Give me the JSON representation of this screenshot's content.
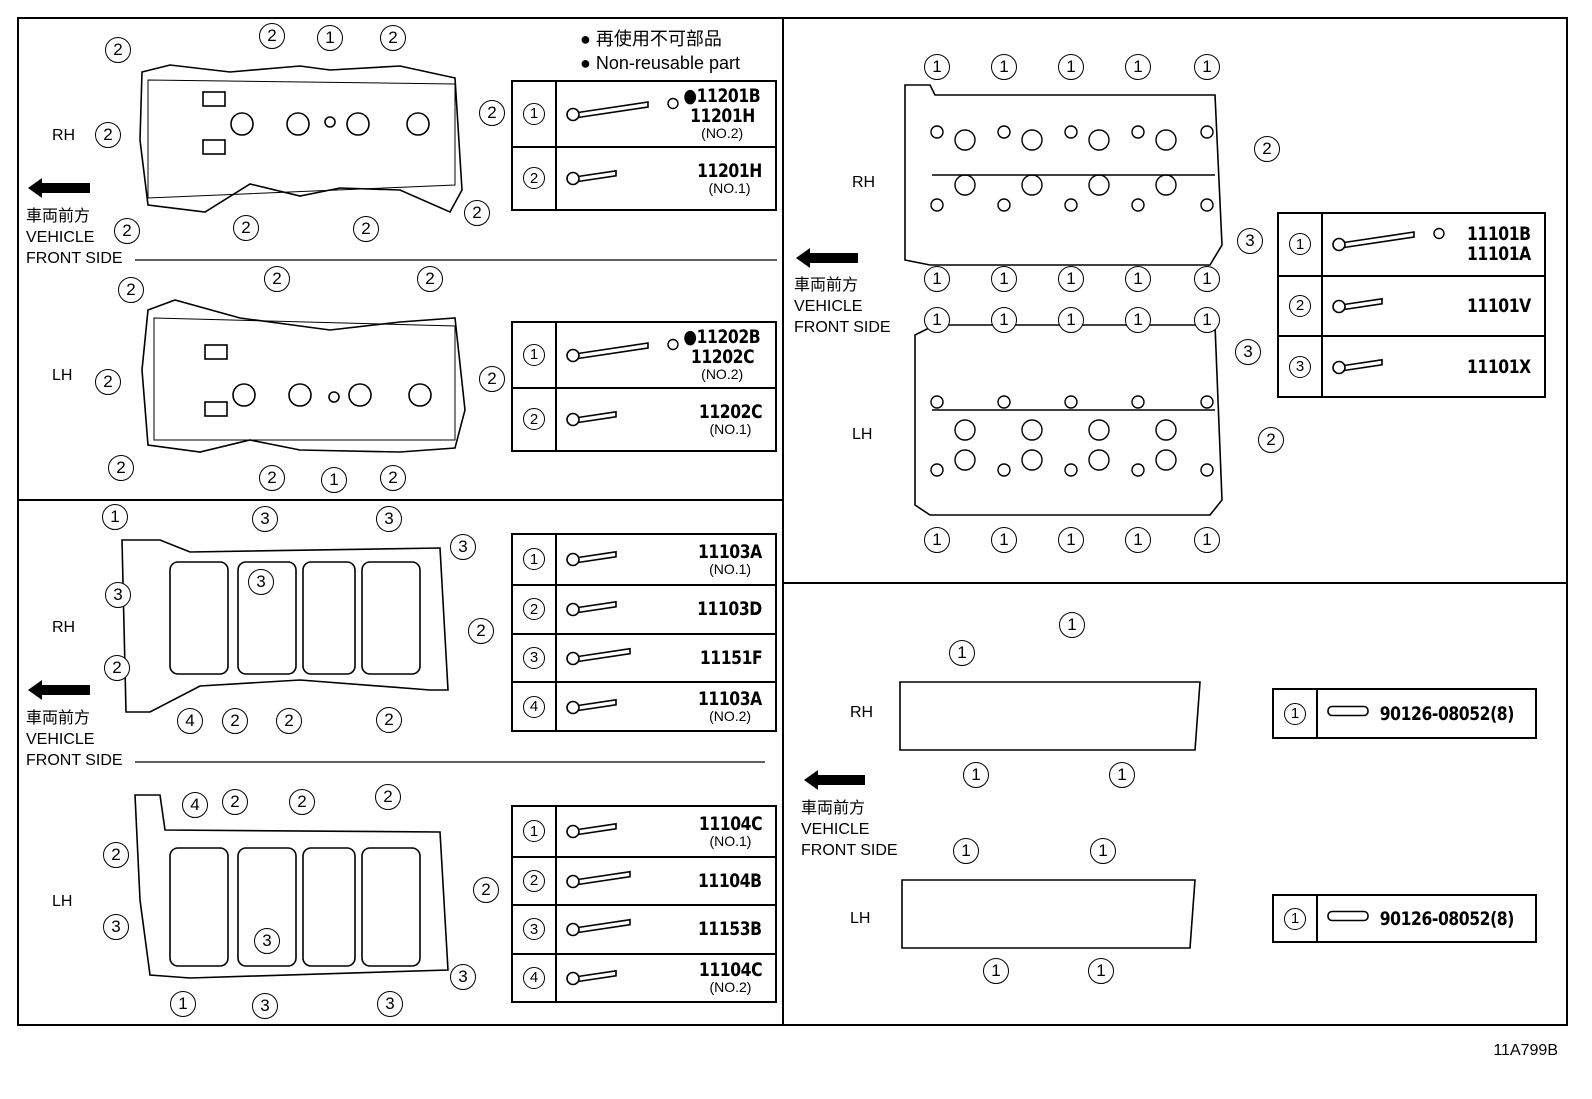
{
  "legend": {
    "line_ja": "再使用不可部品",
    "line_en": "Non-reusable part"
  },
  "side_labels": {
    "rh": "RH",
    "lh": "LH"
  },
  "front_side": {
    "ja": "車両前方",
    "vehicle": "VEHICLE",
    "front": "FRONT SIDE"
  },
  "figure_id": "11A799B",
  "tables": {
    "cam_cover_rh": [
      {
        "num": "1",
        "codes": [
          "●11201B",
          "11201H"
        ],
        "note": "(NO.2)",
        "bolt": "long-washer"
      },
      {
        "num": "2",
        "codes": [
          "11201H"
        ],
        "note": "(NO.1)",
        "bolt": "short"
      }
    ],
    "cam_cover_lh": [
      {
        "num": "1",
        "codes": [
          "●11202B",
          "11202C"
        ],
        "note": "(NO.2)",
        "bolt": "long-washer"
      },
      {
        "num": "2",
        "codes": [
          "11202C"
        ],
        "note": "(NO.1)",
        "bolt": "short"
      }
    ],
    "cam_housing_rh": [
      {
        "num": "1",
        "codes": [
          "11103A"
        ],
        "note": "(NO.1)",
        "bolt": "short"
      },
      {
        "num": "2",
        "codes": [
          "11103D"
        ],
        "note": "",
        "bolt": "short"
      },
      {
        "num": "3",
        "codes": [
          "11151F"
        ],
        "note": "",
        "bolt": "medium"
      },
      {
        "num": "4",
        "codes": [
          "11103A"
        ],
        "note": "(NO.2)",
        "bolt": "short"
      }
    ],
    "cam_housing_lh": [
      {
        "num": "1",
        "codes": [
          "11104C"
        ],
        "note": "(NO.1)",
        "bolt": "short"
      },
      {
        "num": "2",
        "codes": [
          "11104B"
        ],
        "note": "",
        "bolt": "medium"
      },
      {
        "num": "3",
        "codes": [
          "11153B"
        ],
        "note": "",
        "bolt": "medium"
      },
      {
        "num": "4",
        "codes": [
          "11104C"
        ],
        "note": "(NO.2)",
        "bolt": "short"
      }
    ],
    "cyl_head": [
      {
        "num": "1",
        "codes": [
          "11101B",
          "11101A"
        ],
        "note": "",
        "bolt": "long-washer"
      },
      {
        "num": "2",
        "codes": [
          "11101V"
        ],
        "note": "",
        "bolt": "short"
      },
      {
        "num": "3",
        "codes": [
          "11101X"
        ],
        "note": "",
        "bolt": "short"
      }
    ],
    "stud_rh": [
      {
        "num": "1",
        "codes": [
          "90126-08052(8)"
        ],
        "note": "",
        "bolt": "stud"
      }
    ],
    "stud_lh": [
      {
        "num": "1",
        "codes": [
          "90126-08052(8)"
        ],
        "note": "",
        "bolt": "stud"
      }
    ]
  },
  "callouts": {
    "cam_cover_rh": [
      "2",
      "2",
      "1",
      "2",
      "2",
      "2",
      "2",
      "2",
      "2",
      "2"
    ],
    "cam_cover_lh": [
      "2",
      "2",
      "2",
      "2",
      "2",
      "2",
      "2",
      "1",
      "2"
    ],
    "cam_housing_rh": [
      "1",
      "3",
      "3",
      "3",
      "3",
      "3",
      "2",
      "2",
      "2",
      "2",
      "2",
      "4"
    ],
    "cam_housing_lh": [
      "4",
      "2",
      "2",
      "2",
      "2",
      "2",
      "3",
      "3",
      "3",
      "1",
      "3",
      "3"
    ],
    "cyl_head": [
      "1",
      "1",
      "1",
      "1",
      "1",
      "1",
      "1",
      "1",
      "1",
      "1",
      "1",
      "1",
      "1",
      "1",
      "1",
      "1",
      "1",
      "1",
      "1",
      "1",
      "2",
      "3",
      "3",
      "2"
    ],
    "stud": [
      "1",
      "1",
      "1",
      "1",
      "1",
      "1",
      "1",
      "1"
    ]
  }
}
